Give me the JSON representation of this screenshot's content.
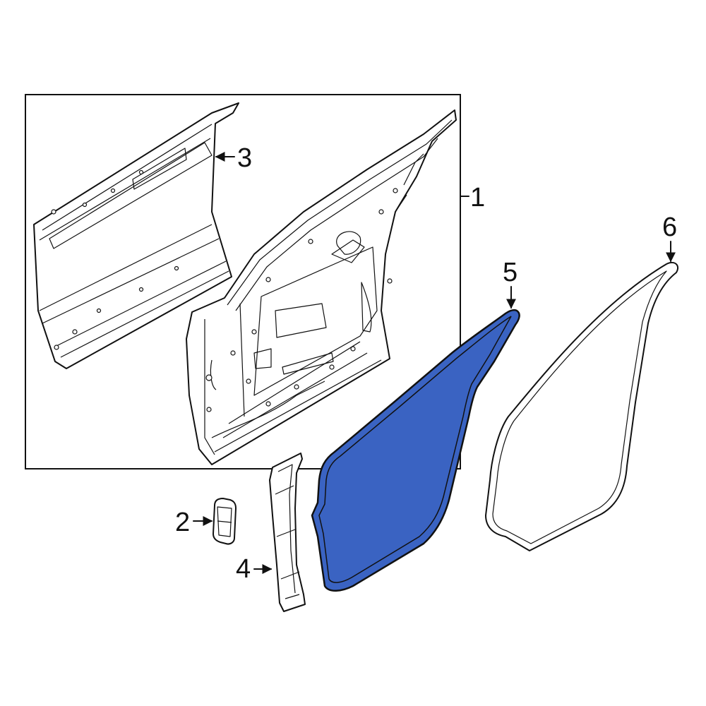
{
  "callouts": {
    "c1": "1",
    "c2": "2",
    "c3": "3",
    "c4": "4",
    "c5": "5",
    "c6": "6"
  },
  "colors": {
    "highlight": "#3a63c2",
    "line": "#111111",
    "background": "#ffffff"
  }
}
